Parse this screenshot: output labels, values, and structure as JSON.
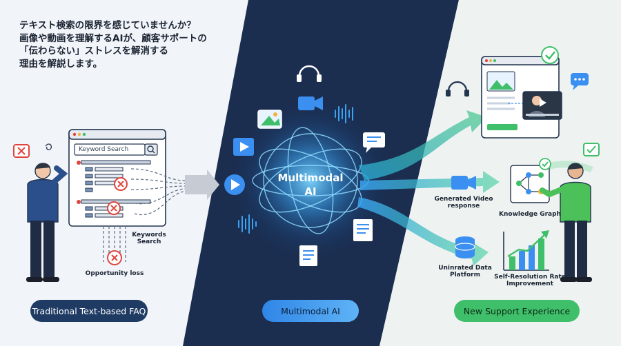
{
  "headline": {
    "line1": "テキスト検索の限界を感じていませんか？",
    "line2": "画像や動画を理解するAIが、顧客サポートの",
    "line3": "「伝わらない」ストレスを解消する",
    "line4": "理由を解説します。"
  },
  "left": {
    "search_placeholder": "Keyword Search",
    "keywords_search": "Keywords Search",
    "opportunity_loss": "Opportunity loss",
    "pill": "Traditional Text-based FAQ"
  },
  "center": {
    "core_label": "Multimodal AI",
    "pill": "Multimodal AI"
  },
  "right": {
    "generated_video": "Generated Video response",
    "knowledge_graph": "Knowledge Graph",
    "data_platform": "Uninrated Data Platform",
    "self_resolution": "Self-Resolution Rate Improvement",
    "pill": "New Support Experience"
  },
  "colors": {
    "navy": "#1c2f52",
    "accent_blue": "#3a8ff0",
    "accent_green": "#3fbf6a",
    "error_red": "#e0443c"
  }
}
